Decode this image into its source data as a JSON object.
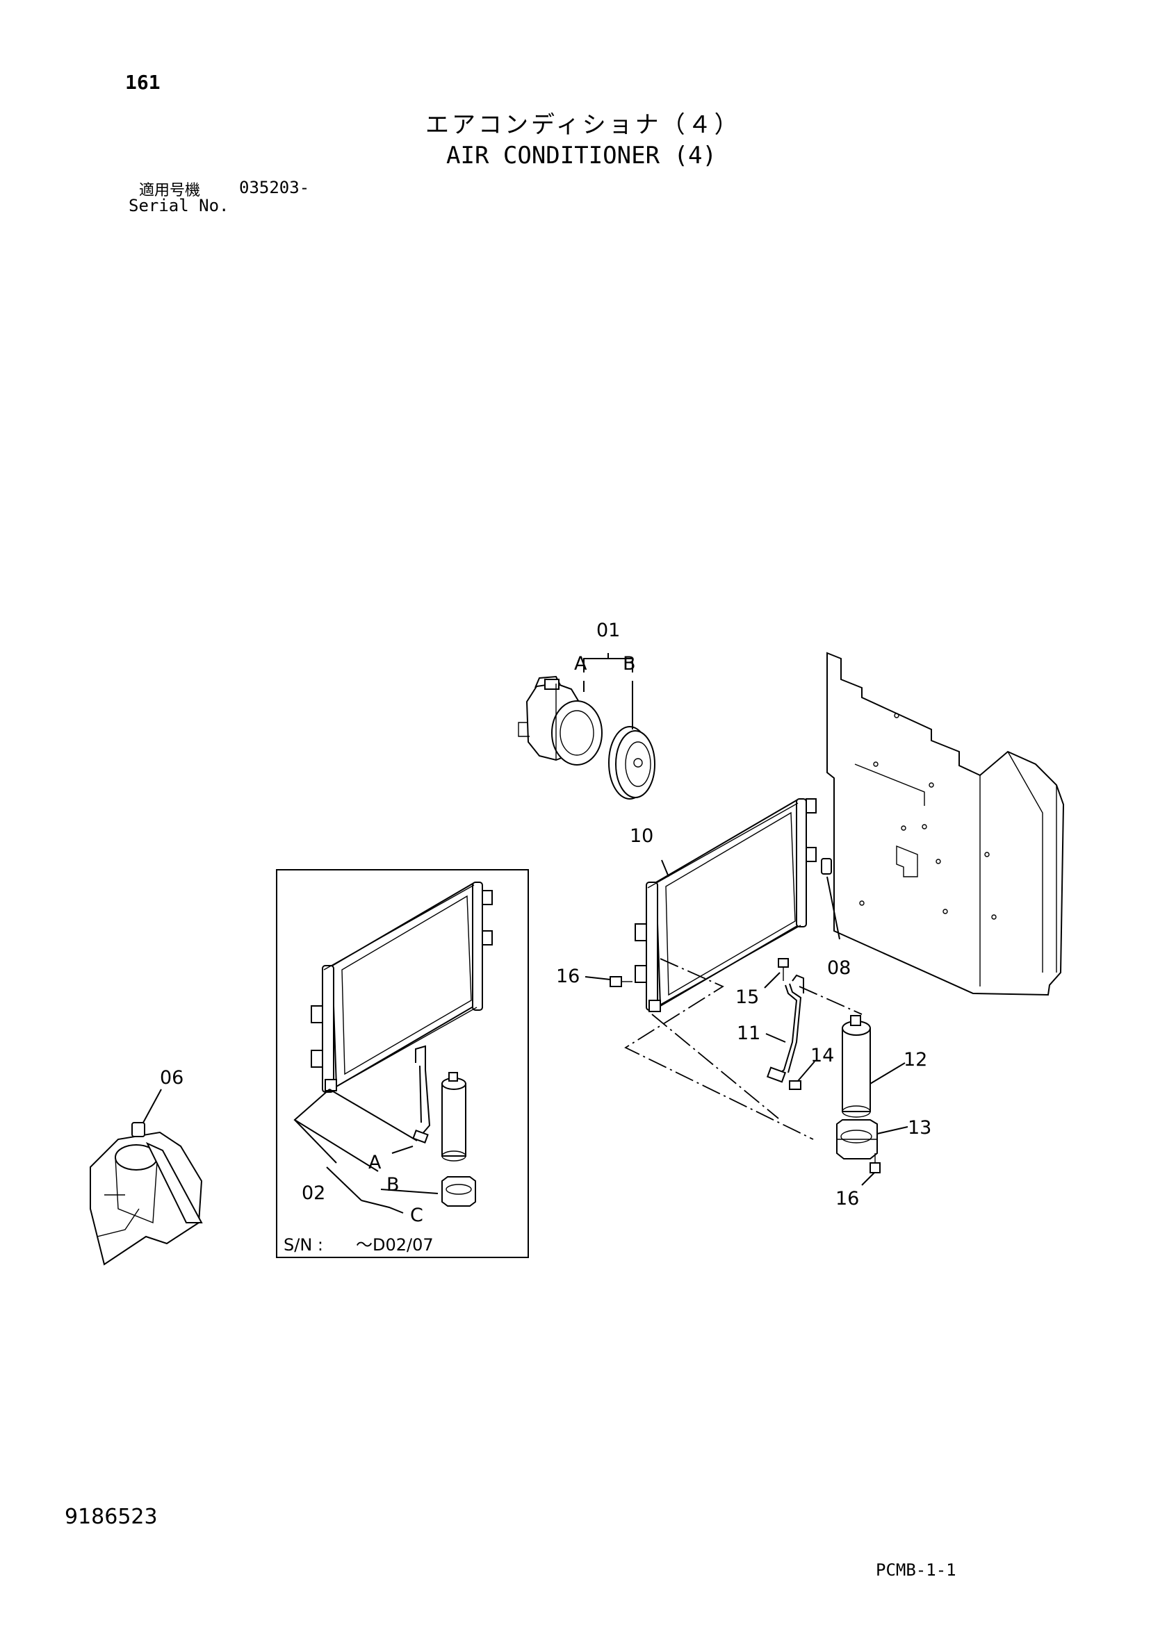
{
  "header": {
    "page_number": "161",
    "title_jp": "エアコンディショナ（４）",
    "title_en": "AIR CONDITIONER (4)",
    "serial_label_jp": "適用号機",
    "serial_value": "035203-",
    "serial_label_en": "Serial No."
  },
  "callouts": {
    "c01": "01",
    "c01a": "A",
    "c01b": "B",
    "c10": "10",
    "c08": "08",
    "c16a": "16",
    "c15": "15",
    "c11": "11",
    "c12": "12",
    "c14": "14",
    "c13": "13",
    "c16b": "16",
    "c06": "06",
    "c02": "02",
    "c02a": "A",
    "c02b": "B",
    "c02c": "C"
  },
  "inset": {
    "sn_label": "S/N :",
    "sn_value": "～D02/07"
  },
  "footer": {
    "doc_id": "9186523",
    "page_code": "PCMB-1-1"
  }
}
